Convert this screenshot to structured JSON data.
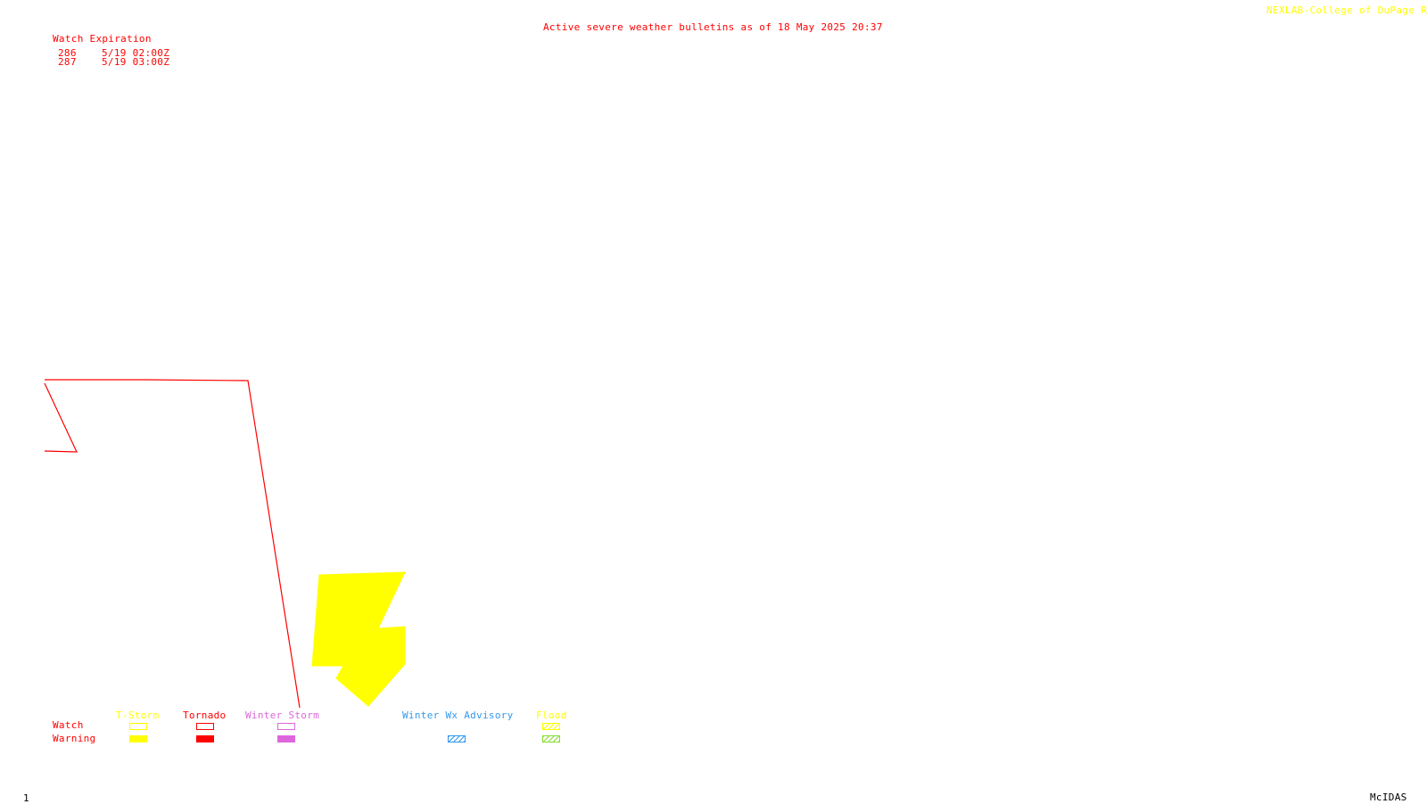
{
  "header": {
    "bulletin_title": "Active severe weather bulletins as of 18 May 2025 20:37",
    "credit": "NEXLAB-College of DuPage R"
  },
  "watch_table": {
    "heading": "Watch Expiration",
    "rows": [
      {
        "id": "286",
        "expires": "5/19 02:00Z"
      },
      {
        "id": "287",
        "expires": "5/19 03:00Z"
      }
    ]
  },
  "legend": {
    "row_labels": {
      "watch": "Watch",
      "warning": "Warning"
    },
    "categories": [
      {
        "key": "tstorm",
        "label": "T-Storm",
        "color": "#ffff00"
      },
      {
        "key": "tornado",
        "label": "Tornado",
        "color": "#ff0000"
      },
      {
        "key": "winter_storm",
        "label": "Winter Storm",
        "color": "#dd66dd"
      },
      {
        "key": "winter_wx_advisory",
        "label": "Winter Wx Advisory",
        "color": "#3399ee"
      },
      {
        "key": "flood",
        "label": "Flood",
        "color": "#88dd33"
      }
    ]
  },
  "map": {
    "tornado_watch_outline_color": "#ff0000",
    "tstorm_warning_fill_color": "#ffff00"
  },
  "footer": {
    "frame_number": "1",
    "software": "McIDAS"
  }
}
